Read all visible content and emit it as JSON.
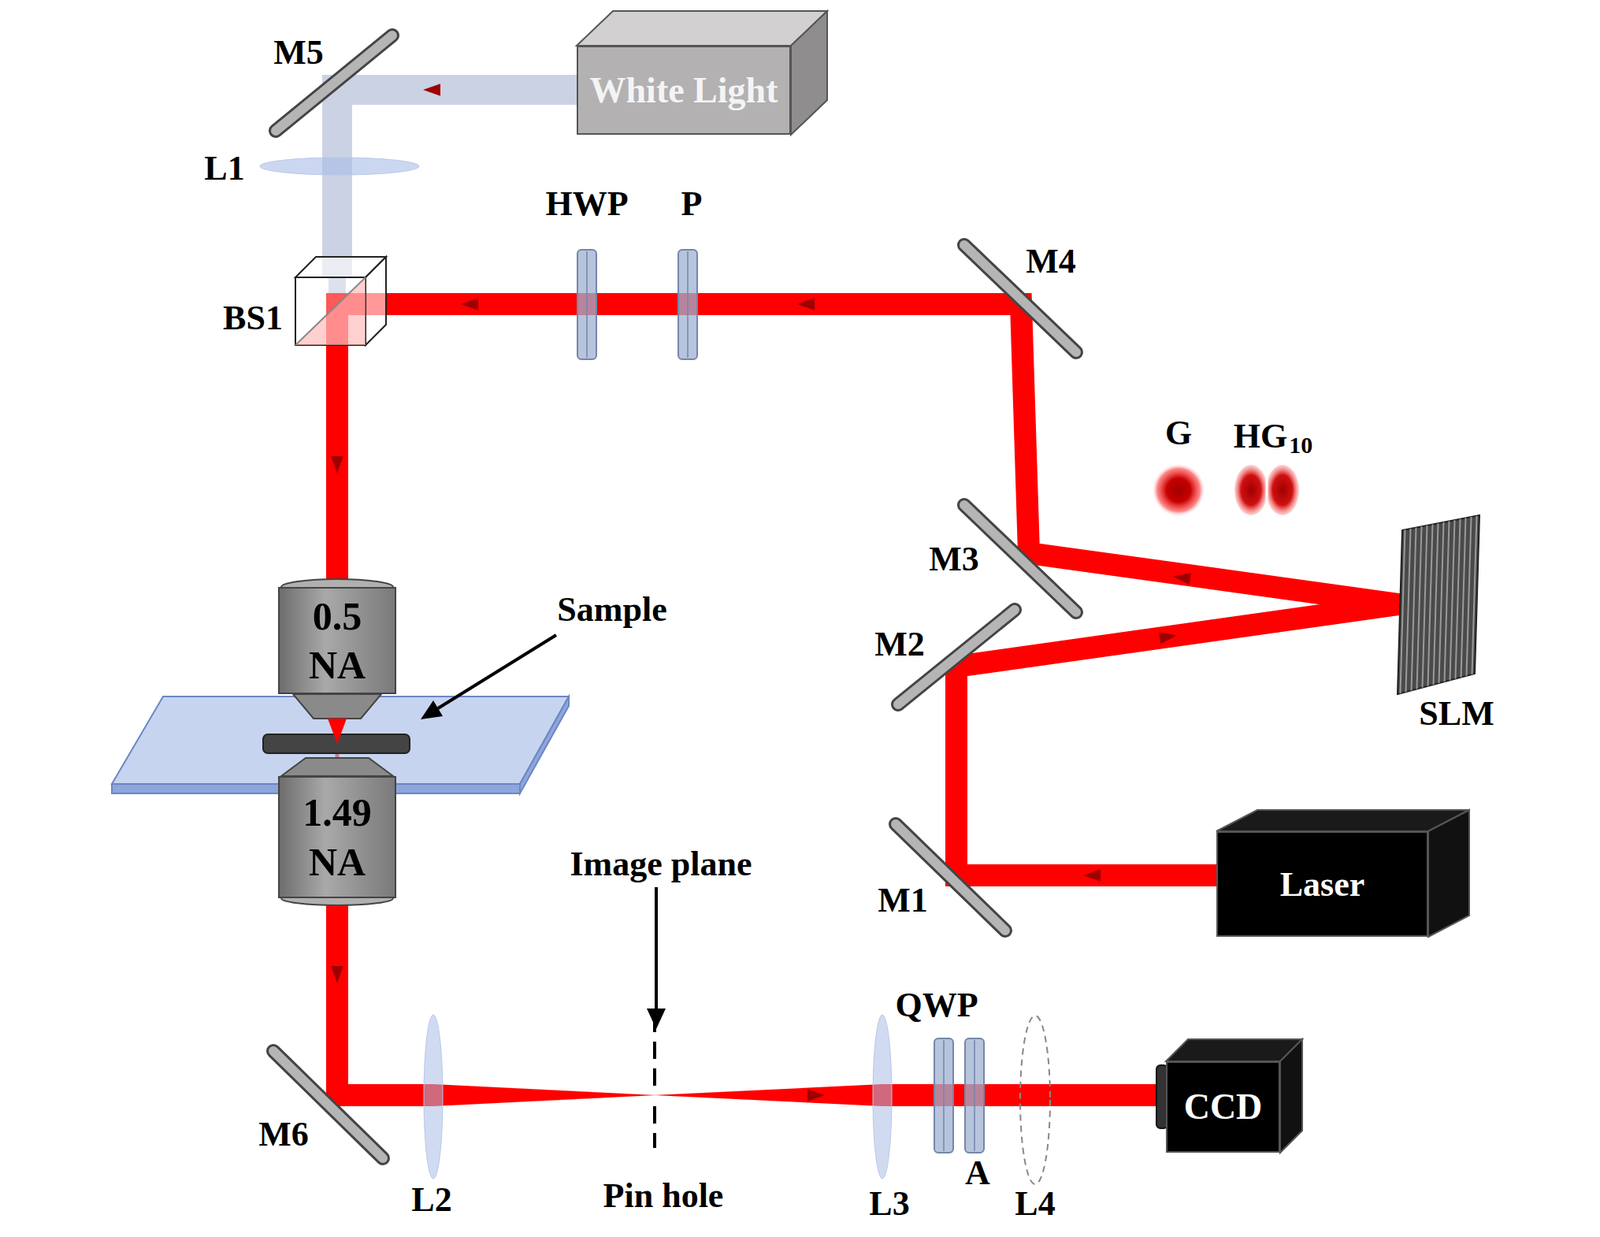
{
  "diagram": {
    "nodes": [
      {
        "text": [
          "White Light"
        ]
      },
      {
        "text": [
          "0.5 NA"
        ]
      },
      {
        "text": [
          "1.49 NA"
        ]
      },
      {
        "text": [
          "Laser"
        ]
      },
      {
        "text": [
          "CCD"
        ]
      }
    ],
    "edges": [
      {
        "from": 0,
        "to": 1,
        "arrow": "to"
      },
      {
        "from": 3,
        "to": 1,
        "arrow": "to"
      },
      {
        "from": 1,
        "to": 2,
        "arrow": "to"
      },
      {
        "from": 2,
        "to": 4,
        "arrow": "to"
      }
    ],
    "labels": [
      "M5",
      "L1",
      "HWP",
      "P",
      "BS1",
      "M4",
      "G",
      "HG",
      "10",
      "M3",
      "M2",
      "SLM",
      "Sample",
      "M1",
      "Image plane",
      "L2",
      "Pin hole",
      "L3",
      "QWP",
      "A",
      "L4",
      "M6"
    ]
  }
}
